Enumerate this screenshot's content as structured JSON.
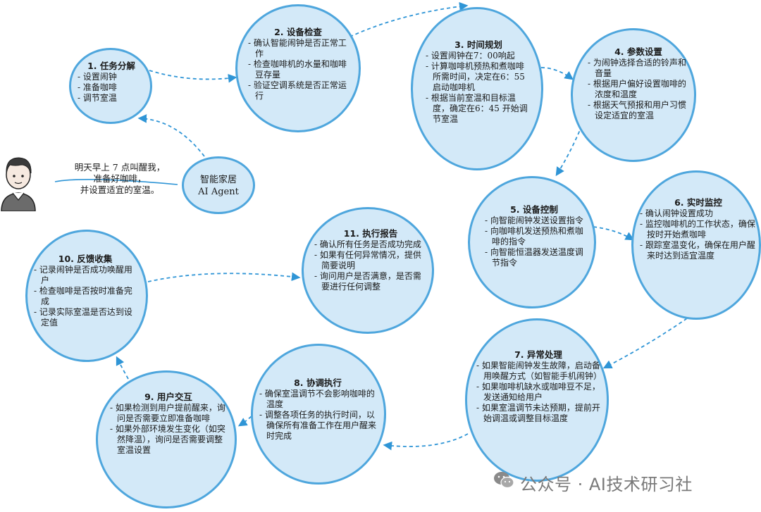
{
  "user_request": [
    "明天早上 7 点叫醒我，",
    "准备好咖啡，",
    "并设置适宜的室温。"
  ],
  "agent": [
    "智能家居",
    "AI Agent"
  ],
  "steps": [
    {
      "title": "1. 任务分解",
      "items": [
        "设置闹钟",
        "准备咖啡",
        "调节室温"
      ]
    },
    {
      "title": "2. 设备检查",
      "items": [
        "确认智能闹钟是否正常工作",
        "检查咖啡机的水量和咖啡豆存量",
        "验证空调系统是否正常运行"
      ]
    },
    {
      "title": "3. 时间规划",
      "items": [
        "设置闹钟在7：00响起",
        "计算咖啡机预热和煮咖啡所需时间，决定在6：55 启动咖啡机",
        "根据当前室温和目标温度，确定在6：45 开始调节室温"
      ]
    },
    {
      "title": "4. 参数设置",
      "items": [
        "为闹钟选择合适的铃声和音量",
        "根据用户偏好设置咖啡的浓度和温度",
        "根据天气预报和用户习惯设定适宜的室温"
      ]
    },
    {
      "title": "5. 设备控制",
      "items": [
        "向智能闹钟发送设置指令",
        "向咖啡机发送预热和煮咖啡的指令",
        "向智能恒温器发送温度调节指令"
      ]
    },
    {
      "title": "6. 实时监控",
      "items": [
        "确认闹钟设置成功",
        "监控咖啡机的工作状态，确保按时开始煮咖啡",
        "跟踪室温变化，确保在用户醒来时达到适宜温度"
      ]
    },
    {
      "title": "7. 异常处理",
      "items": [
        "如果智能闹钟发生故障，启动备用唤醒方式（如智能手机闹钟）",
        "如果咖啡机缺水或咖啡豆不足，发送通知给用户",
        "如果室温调节未达预期，提前开始调温或调整目标温度"
      ]
    },
    {
      "title": "8. 协调执行",
      "items": [
        "确保室温调节不会影响咖啡的温度",
        "调整各项任务的执行时间，以确保所有准备工作在用户醒来时完成"
      ]
    },
    {
      "title": "9. 用户交互",
      "items": [
        "如果检测到用户提前醒来，询问是否需要立即准备咖啡",
        "如果外部环境发生变化（如突然降温），询问是否需要调整室温设置"
      ]
    },
    {
      "title": "10. 反馈收集",
      "items": [
        "记录闹钟是否成功唤醒用户",
        "检查咖啡是否按时准备完成",
        "记录实际室温是否达到设定值"
      ]
    },
    {
      "title": "11. 执行报告",
      "items": [
        "确认所有任务是否成功完成",
        "如果有任何异常情况，提供简要说明",
        "询问用户是否满意，是否需要进行任何调整"
      ]
    }
  ],
  "watermark": "公众号 · AI技术研习社",
  "colors": {
    "bubble_fill": "#d3e9f8",
    "bubble_stroke": "#4ea6dd",
    "arrow": "#2f95d6"
  }
}
